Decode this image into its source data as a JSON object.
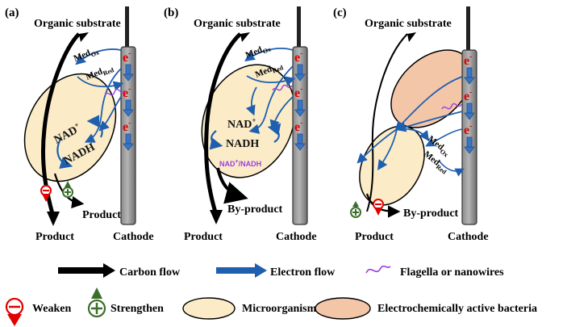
{
  "colors": {
    "carbon": "#000000",
    "electron": "#1f5fb0",
    "flagella": "#9b3fe0",
    "microorganism": "#fbecc7",
    "active_bacteria": "#f4c6a8",
    "weaken": "#e00000",
    "strengthen": "#3b6e2a",
    "electron_text": "#e00000"
  },
  "panels": [
    {
      "tag": "(a)",
      "organic": "Organic substrate",
      "med_ox": "Med",
      "med_ox_sub": "Ox",
      "med_red": "Med",
      "med_red_sub": "Red",
      "electron": "e",
      "electron_sup": "-",
      "nad": "NAD",
      "nad_sup": "+",
      "nadh": "NADH",
      "product_mid": "Product",
      "product_bottom": "Product",
      "cathode": "Cathode"
    },
    {
      "tag": "(b)",
      "organic": "Organic substrate",
      "med_ox": "Med",
      "med_ox_sub": "Ox",
      "med_red": "Med",
      "med_red_sub": "Red",
      "electron": "e",
      "electron_sup": "-",
      "nad": "NAD",
      "nad_sup": "+",
      "nadh": "NADH",
      "ratio": "NAD",
      "ratio_sup": "+",
      "ratio_tail": "/NADH",
      "byproduct": "By-product",
      "product_bottom": "Product",
      "cathode": "Cathode"
    },
    {
      "tag": "(c)",
      "organic": "Organic substrate",
      "med_ox": "Med",
      "med_ox_sub": "Ox",
      "med_red": "Med",
      "med_red_sub": "Red",
      "electron": "e",
      "electron_sup": "-",
      "byproduct": "By-product",
      "product_bottom": "Product",
      "cathode": "Cathode"
    }
  ],
  "legend": {
    "carbon_flow": "Carbon flow",
    "electron_flow": "Electron flow",
    "flagella": "Flagella or nanowires",
    "weaken": "Weaken",
    "strengthen": "Strengthen",
    "microorganism": "Microorganism",
    "active_bacteria": "Electrochemically active bacteria"
  }
}
